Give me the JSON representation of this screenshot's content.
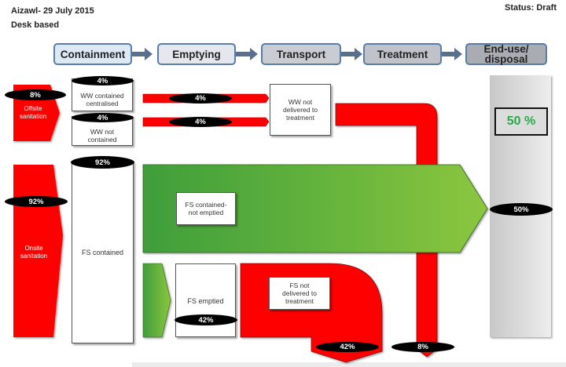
{
  "header": {
    "title": "Aizawl- 29 July 2015",
    "subtitle": "Desk based",
    "status": "Status: Draft"
  },
  "stages": [
    {
      "label": "Containment",
      "fill": "#dce9f5"
    },
    {
      "label": "Emptying",
      "fill": "#e4e8ee"
    },
    {
      "label": "Transport",
      "fill": "#c9ccd2"
    },
    {
      "label": "Treatment",
      "fill": "#bfc2c8"
    },
    {
      "label": "End-use/\ndisposal",
      "fill": "#a9acb2"
    }
  ],
  "colors": {
    "unsafe": "#ff0000",
    "safe": "#5db33a",
    "stage_border": "#5b7ca6",
    "score_text": "#2aa84a"
  },
  "sources": {
    "offsite": {
      "label": "Offsite\nsanitation",
      "percent": "8%"
    },
    "onsite": {
      "label": "Onsite\nsanitation",
      "percent": "92%"
    }
  },
  "containment": {
    "ww_centralised": {
      "label": "WW contained\ncentralised",
      "percent": "4%"
    },
    "ww_not_contained": {
      "label": "WW not\ncontained",
      "percent": "4%"
    },
    "fs_contained": {
      "label": "FS contained",
      "percent": "92%"
    }
  },
  "flows": {
    "ww_centralised_flow": "4%",
    "ww_not_contained_flow": "4%",
    "ww_not_delivered": {
      "label": "WW not\ndelivered to\ntreatment"
    },
    "fs_not_emptied": {
      "label": "FS contained-\nnot emptied"
    },
    "fs_emptied": {
      "label": "FS emptied",
      "percent": "42%"
    },
    "fs_not_delivered": {
      "label": "FS not\ndelivered to\ntreatment",
      "percent": "42%"
    },
    "ww_unsafe_out": "8%"
  },
  "end_use": {
    "safe_percent": "50%",
    "score": "50 %"
  }
}
